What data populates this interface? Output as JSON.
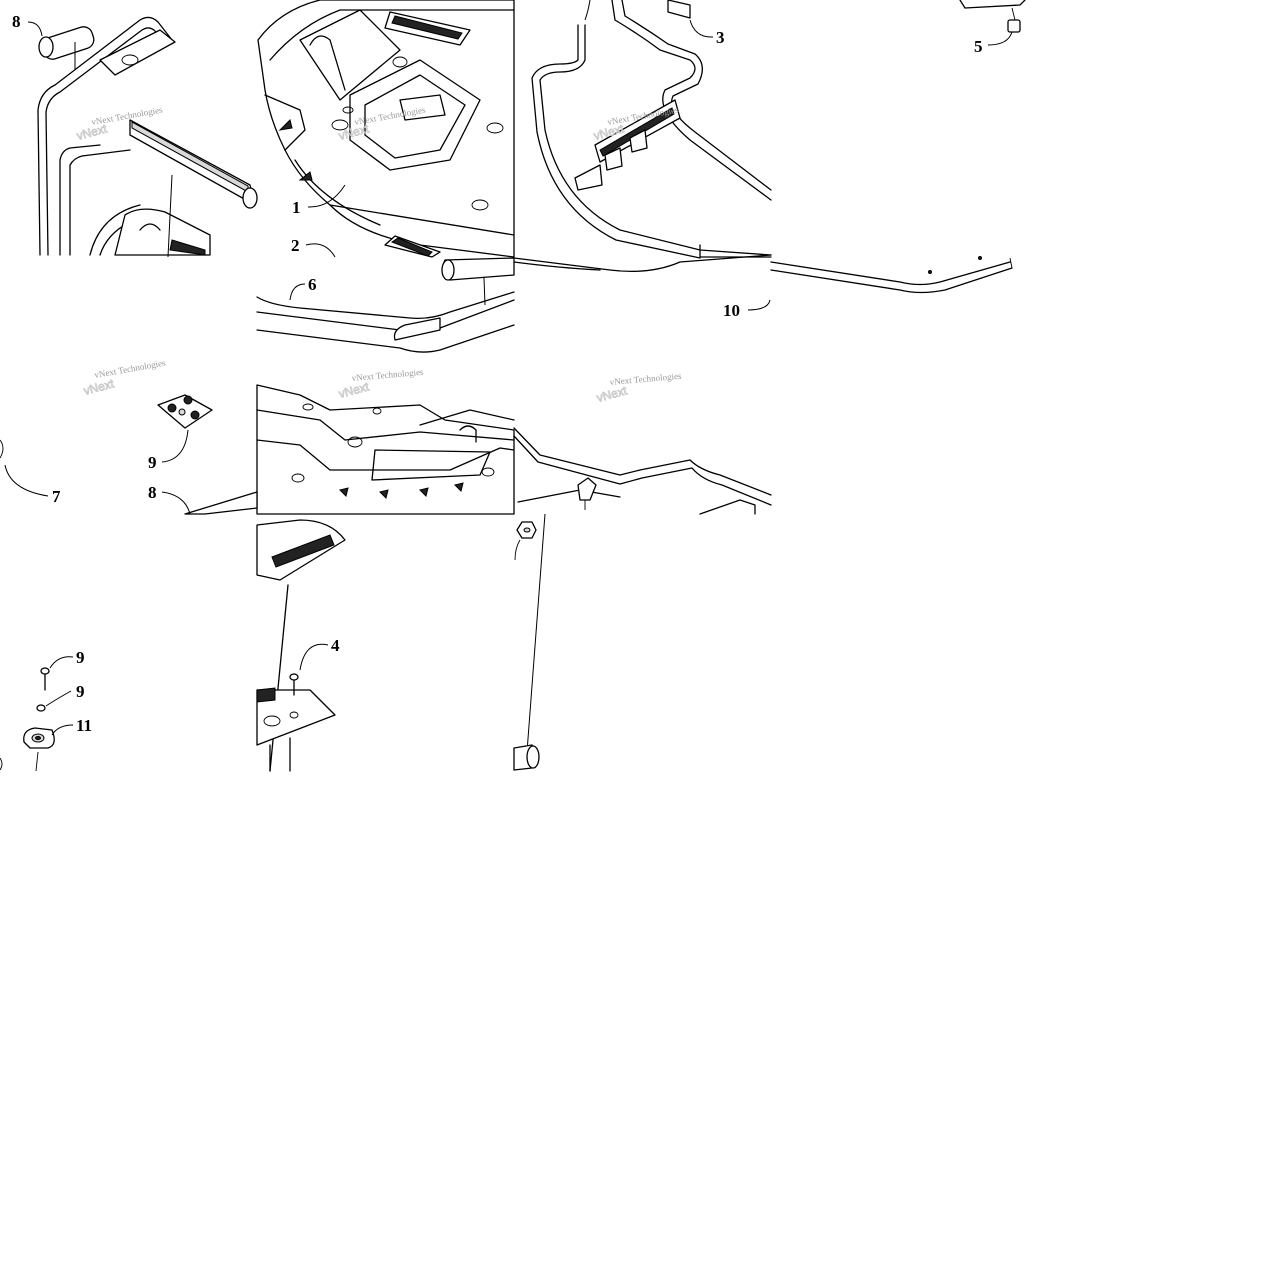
{
  "watermark": {
    "text": "vNext Technologies"
  },
  "callouts": [
    {
      "label": "8"
    },
    {
      "label": "1"
    },
    {
      "label": "2"
    },
    {
      "label": "3"
    },
    {
      "label": "5"
    },
    {
      "label": "6"
    },
    {
      "label": "10"
    },
    {
      "label": "7"
    },
    {
      "label": "9"
    },
    {
      "label": "8"
    },
    {
      "label": "9"
    },
    {
      "label": "9"
    },
    {
      "label": "11"
    },
    {
      "label": "4"
    }
  ]
}
